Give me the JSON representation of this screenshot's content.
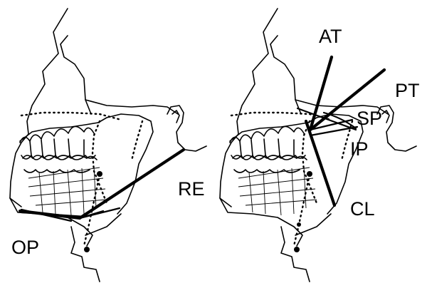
{
  "labels": {
    "op": "OP",
    "re": "RE",
    "at": "AT",
    "pt": "PT",
    "sp": "SP",
    "ip": "IP",
    "cl": "CL"
  }
}
